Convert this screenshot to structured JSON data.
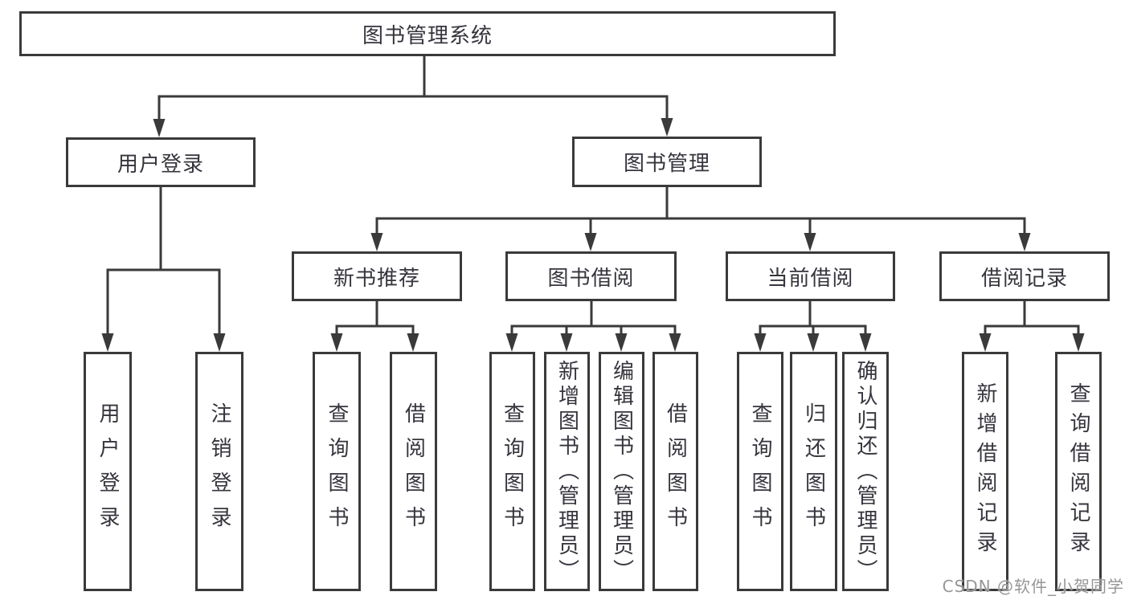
{
  "diagram": {
    "root": "图书管理系统",
    "level2": {
      "user_login": "用户登录",
      "book_management": "图书管理"
    },
    "level3": {
      "new_book_recommend": "新书推荐",
      "book_borrow": "图书借阅",
      "current_borrow": "当前借阅",
      "borrow_records": "借阅记录"
    },
    "leaves": {
      "user": [
        "用户登录",
        "注销登录"
      ],
      "recommend": [
        "查询图书",
        "借阅图书"
      ],
      "borrow": [
        "查询图书",
        "新增图书（管理员）",
        "编辑图书（管理员）",
        "借阅图书"
      ],
      "current": [
        "查询图书",
        "归还图书",
        "确认归还（管理员）"
      ],
      "records": [
        "新增借阅记录",
        "查询借阅记录"
      ]
    }
  },
  "watermark": "CSDN @软件_小贺同学",
  "colors": {
    "line": "#3a3a3a",
    "text": "#35353d",
    "watermark_text": "#969696",
    "background": "#ffffff"
  }
}
